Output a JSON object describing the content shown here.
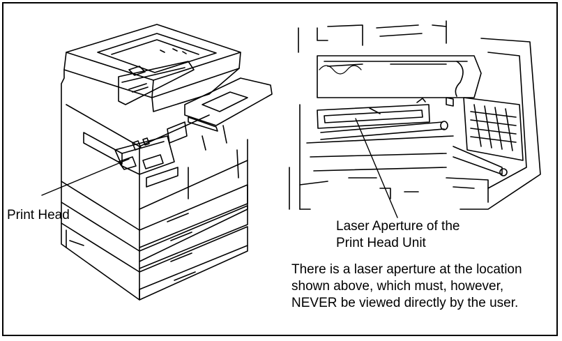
{
  "labels": {
    "print_head": "Print Head",
    "aperture_line1": "Laser Aperture of the",
    "aperture_line2": "Print Head Unit"
  },
  "warning_lines": [
    "There is a laser aperture at the location",
    "shown above, which must, however,",
    "NEVER be viewed directly by the user."
  ]
}
